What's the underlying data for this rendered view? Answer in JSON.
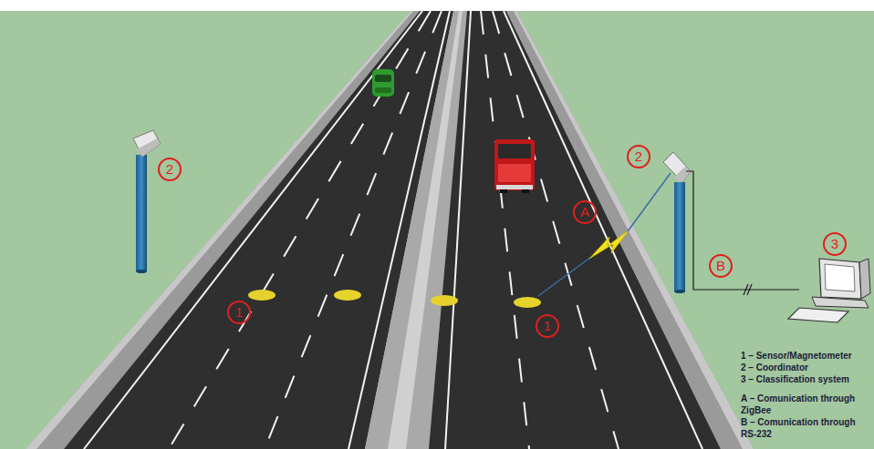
{
  "diagram": {
    "labels": [
      "2",
      "2",
      "A",
      "3",
      "B",
      "1",
      "1",
      "1 – Sensor/Magnetometer",
      "2 – Coordinator",
      "3 – Classification system",
      "A – Comunication through ZigBee",
      "B – Comunication through RS-232"
    ]
  }
}
